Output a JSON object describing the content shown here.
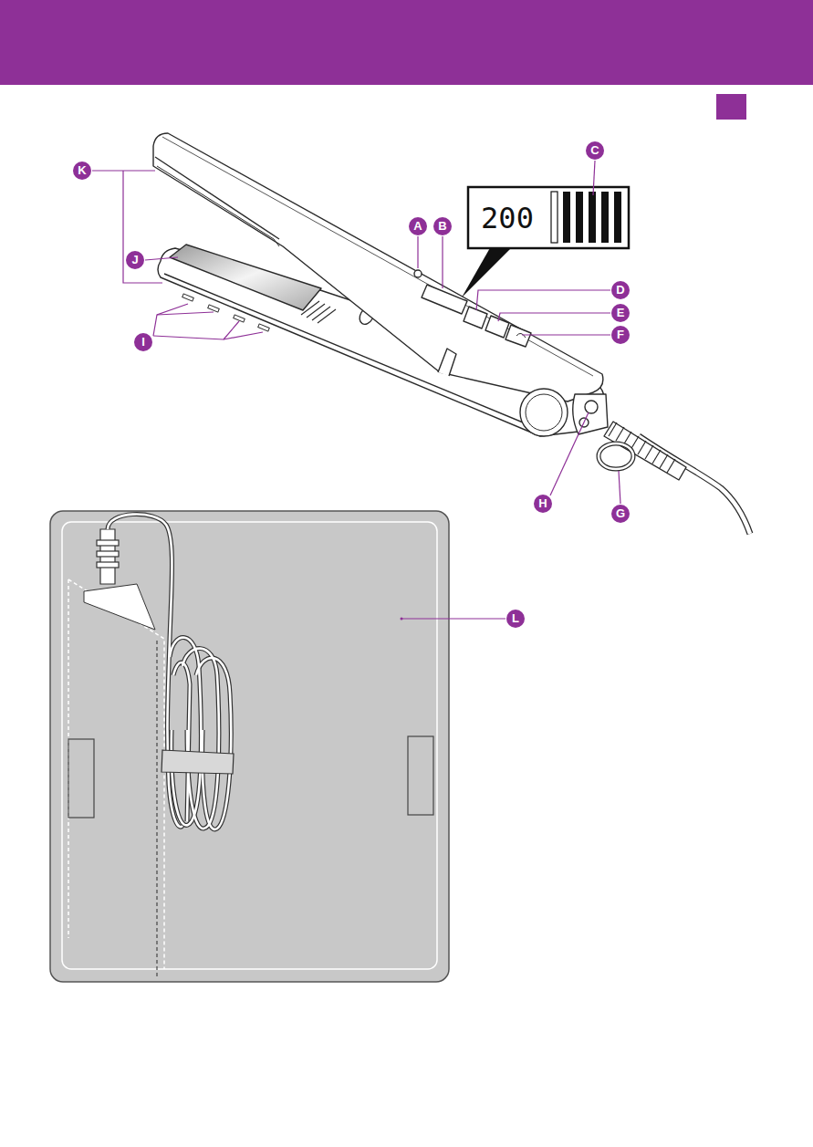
{
  "diagram": {
    "labels": [
      "K",
      "C",
      "A",
      "B",
      "200",
      "J",
      "D",
      "E",
      "I",
      "F",
      "H",
      "G",
      "L"
    ]
  }
}
